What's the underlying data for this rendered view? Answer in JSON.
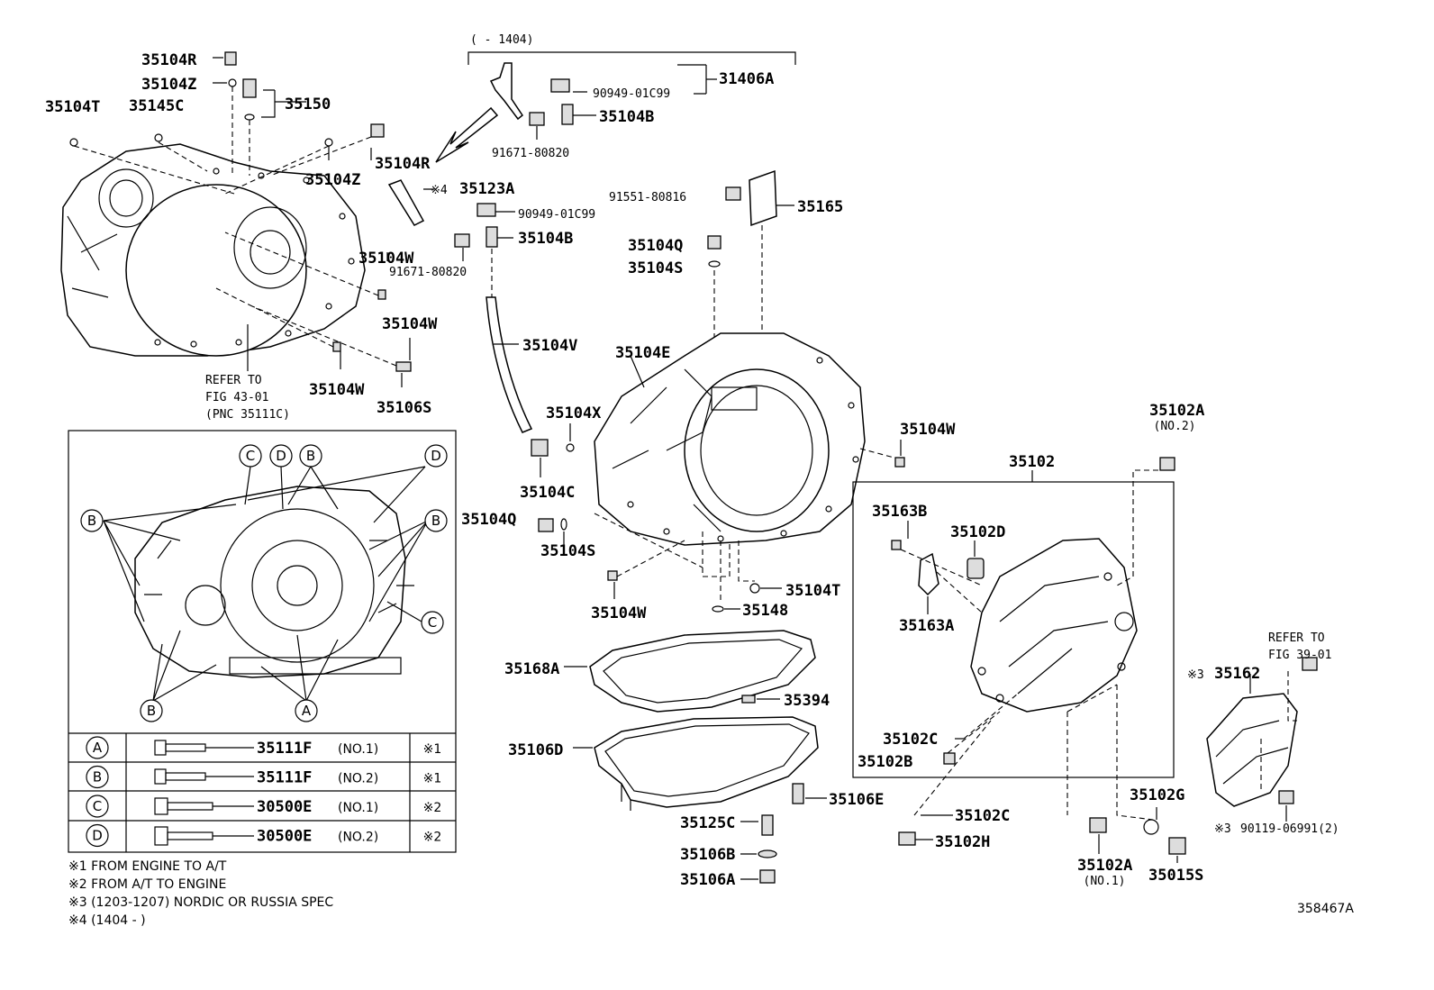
{
  "date_range_top": "(       - 1404)",
  "figure_id": "358467A",
  "refer_labels": [
    {
      "lines": [
        "REFER TO",
        "FIG 43-01",
        "(PNC 35111C)"
      ]
    },
    {
      "lines": [
        "REFER TO",
        "FIG 39-01"
      ]
    }
  ],
  "labels": [
    "35104R",
    "35104Z",
    "35150",
    "35104T",
    "35145C",
    "35104R",
    "35104Z",
    "31406A",
    "90949-01C99",
    "35104B",
    "91671-80820",
    "35123A",
    "90949-01C99",
    "35104B",
    "91671-80820",
    "91551-80816",
    "35165",
    "35104Q",
    "35104S",
    "35104W",
    "35104W",
    "35104W",
    "35106S",
    "35104V",
    "35104E",
    "35104X",
    "35104C",
    "35104Q",
    "35104S",
    "35104W",
    "35104T",
    "35148",
    "35104W",
    "35102A",
    "35102",
    "35163B",
    "35102D",
    "35163A",
    "35168A",
    "35394",
    "35106D",
    "35106E",
    "35125C",
    "35106B",
    "35106A",
    "35102C",
    "35102B",
    "35102C",
    "35102H",
    "35102A",
    "35015S",
    "35102G",
    "35162",
    "90119-06991(2)"
  ],
  "sub_labels": [
    "(NO.2)",
    "(NO.1)"
  ],
  "marks": {
    "m4": "※4",
    "m3": "※3"
  },
  "callouts": [
    "A",
    "B",
    "C",
    "D"
  ],
  "bolt_table": [
    {
      "key": "A",
      "part": "35111F",
      "no": "(NO.1)",
      "mark": "※1"
    },
    {
      "key": "B",
      "part": "35111F",
      "no": "(NO.2)",
      "mark": "※1"
    },
    {
      "key": "C",
      "part": "30500E",
      "no": "(NO.1)",
      "mark": "※2"
    },
    {
      "key": "D",
      "part": "30500E",
      "no": "(NO.2)",
      "mark": "※2"
    }
  ],
  "footnotes": [
    "※1 FROM ENGINE TO A/T",
    "※2 FROM A/T TO ENGINE",
    "※3 (1203-1207) NORDIC OR RUSSIA SPEC",
    "※4 (1404 -        )"
  ]
}
